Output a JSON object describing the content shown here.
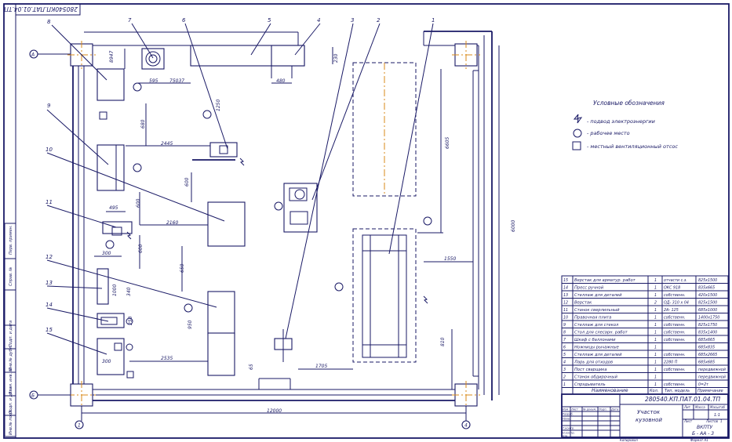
{
  "stamp_top": "280540КП.ПАТ.01.04.ТП",
  "axes": {
    "A": "А",
    "B": "Б",
    "one": "1",
    "four": "4"
  },
  "dims": {
    "d12000": "12000",
    "d6000": "6000",
    "d6605": "6605",
    "d1550": "1550",
    "d810": "810",
    "d1705": "1705",
    "d2535": "2535",
    "d2445": "2445",
    "d2160": "2160",
    "d495": "495",
    "d300a": "300",
    "d300b": "300",
    "d595": "595",
    "d75037": "75037",
    "d480": "480",
    "d1250": "1250",
    "d680": "680",
    "d600a": "600",
    "d600b": "600",
    "d600c": "600",
    "d650": "650",
    "d340": "340",
    "d250": "250",
    "d950": "950",
    "d65": "65",
    "d230": "230",
    "d1000": "1000",
    "d8947": "8947"
  },
  "callouts": [
    "1",
    "2",
    "3",
    "4",
    "5",
    "6",
    "7",
    "8",
    "9",
    "10",
    "11",
    "12",
    "13",
    "14",
    "15"
  ],
  "legend": {
    "title": "Условные обозначения",
    "items": [
      {
        "icon": "power-supply-icon",
        "text": "- подвод электроэнергии"
      },
      {
        "icon": "workplace-icon",
        "text": "- рабочее место"
      },
      {
        "icon": "ventilation-icon",
        "text": "- местный вентиляционный отсос"
      }
    ]
  },
  "spec_header": {
    "name": "Наименование",
    "qty": "Кол.",
    "model": "Тип, модель",
    "note": "Примечание"
  },
  "spec": [
    {
      "n": "15",
      "name": "Верстак для арматур. работ",
      "qty": "1",
      "model": "отчасти с.з.",
      "note": "825х1500"
    },
    {
      "n": "14",
      "name": "Пресс ручной",
      "qty": "1",
      "model": "ОКС 918",
      "note": "835х665"
    },
    {
      "n": "13",
      "name": "Стеллаж для деталей",
      "qty": "1",
      "model": "собственн.",
      "note": "420х1500"
    },
    {
      "n": "12",
      "name": "Верстак",
      "qty": "2",
      "model": "ОД- 310 х 04",
      "note": "825х1500"
    },
    {
      "n": "11",
      "name": "Станок сверлильный",
      "qty": "1",
      "model": "2А- 125",
      "note": "685х1000"
    },
    {
      "n": "10",
      "name": "Правочная плита",
      "qty": "1",
      "model": "собственн.",
      "note": "1400х1750"
    },
    {
      "n": "9",
      "name": "Стеллаж для стекол",
      "qty": "1",
      "model": "собственн.",
      "note": "825х1750"
    },
    {
      "n": "8",
      "name": "Стол для слесарн. работ",
      "qty": "1",
      "model": "собственн.",
      "note": "835х1400"
    },
    {
      "n": "7",
      "name": "Шкаф с баллонами",
      "qty": "1",
      "model": "собственн.",
      "note": "685х665"
    },
    {
      "n": "6",
      "name": "Ножницы рычажные",
      "qty": "1",
      "model": "",
      "note": "685х835"
    },
    {
      "n": "5",
      "name": "Стеллаж для деталей",
      "qty": "1",
      "model": "собственн.",
      "note": "685х2665"
    },
    {
      "n": "4",
      "name": "Ларь для отходов",
      "qty": "1",
      "model": "2280 П",
      "note": "685х685"
    },
    {
      "n": "3",
      "name": "Пост сварщика",
      "qty": "1",
      "model": "собственн.",
      "note": "передвижной"
    },
    {
      "n": "2",
      "name": "Станок обдирочный",
      "qty": "1",
      "model": "",
      "note": "передвижной"
    },
    {
      "n": "1",
      "name": "Спрэдыватель",
      "qty": "1",
      "model": "собственн.",
      "note": "0=2т"
    }
  ],
  "title_block": {
    "code": "280540.КП.ПАТ.01.04.ТП",
    "name_line1": "Участок",
    "name_line2": "кузовной",
    "lit": "Лит.",
    "mass": "Масса",
    "scale": "Масштаб",
    "scale_val": "1:1",
    "sheet": "Лист",
    "sheets": "Листов",
    "sheets_val": "1",
    "org1": "ВКПТУ",
    "org2": "Б - АА - 3",
    "rows": [
      "Изм",
      "Разраб.",
      "Пров.",
      "Т.контр.",
      "Н.контр.",
      "Утв."
    ],
    "cols": [
      "Лист",
      "№ докум.",
      "Подп.",
      "Дата"
    ],
    "copied": "Копировал",
    "format": "Формат А1"
  },
  "side_stamps": [
    "Инв.№ подл.",
    "Подп. и дата",
    "Взам. инв. №",
    "Инв.№ дубл.",
    "Подп. и дата",
    "Справ. №",
    "Перв. примен."
  ]
}
